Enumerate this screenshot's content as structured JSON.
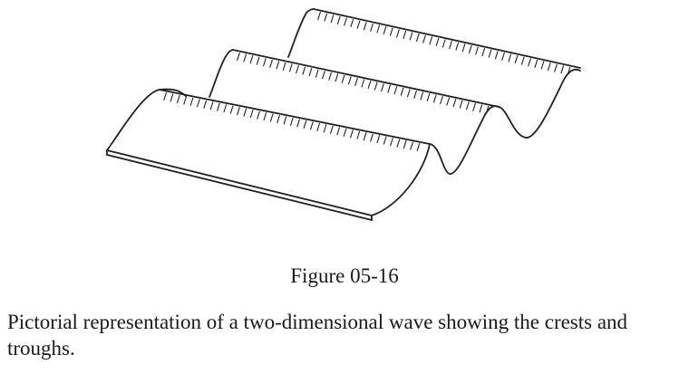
{
  "figure": {
    "label": "Figure 05-16",
    "caption": "Pictorial representation of a two-dimensional wave showing the crests and troughs."
  },
  "illustration": {
    "crest_count": 3,
    "trough_count": 2,
    "stroke_color": "#222222",
    "background_color": "#ffffff"
  }
}
